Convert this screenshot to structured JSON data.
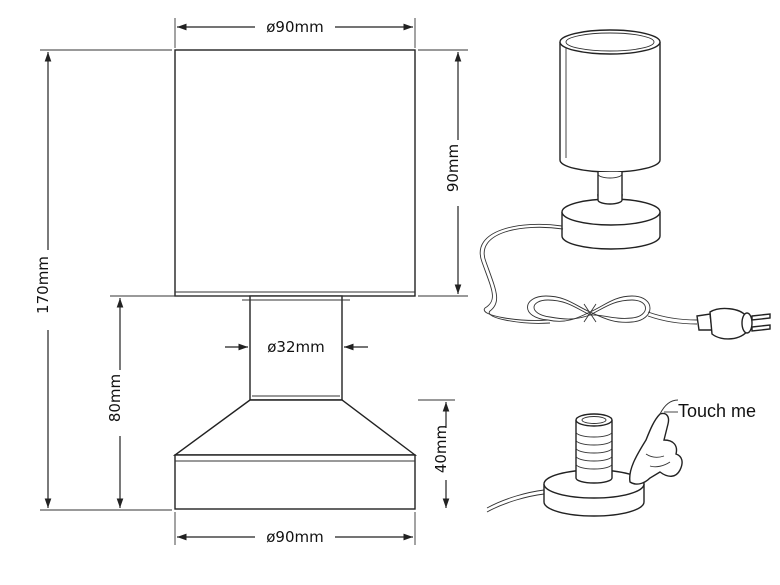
{
  "dimensions": {
    "shade_diameter": "ø90mm",
    "shade_height": "90mm",
    "total_height": "170mm",
    "base_height": "80mm",
    "neck_diameter": "ø32mm",
    "foot_height": "40mm",
    "base_diameter": "ø90mm"
  },
  "callout": {
    "touch_label": "Touch me"
  },
  "colors": {
    "line": "#222222",
    "background": "#ffffff"
  }
}
